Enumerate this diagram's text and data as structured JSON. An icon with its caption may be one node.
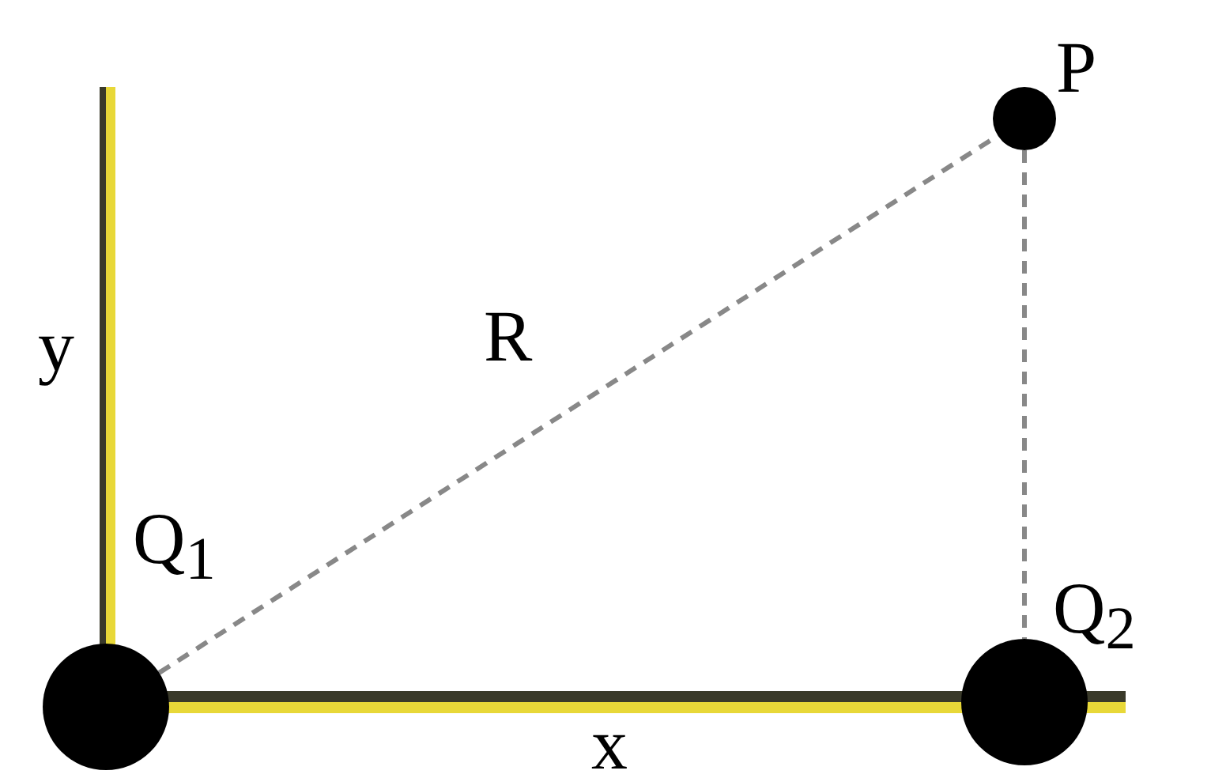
{
  "diagram": {
    "nodes": [
      {
        "text": [],
        "shape": "circle",
        "beside": [
          "Q$_{1}$"
        ]
      },
      {
        "text": [],
        "shape": "circle",
        "beside": [
          "Q$_{2}$"
        ]
      },
      {
        "text": [],
        "shape": "circle",
        "beside": [
          "P"
        ]
      }
    ],
    "edges": [
      {
        "from": 0,
        "to": 2,
        "arrow": "none",
        "style": "dashed",
        "label": "R"
      },
      {
        "from": 2,
        "to": 1,
        "arrow": "none",
        "style": "dashed"
      }
    ],
    "labels": [
      "y",
      "x"
    ]
  }
}
